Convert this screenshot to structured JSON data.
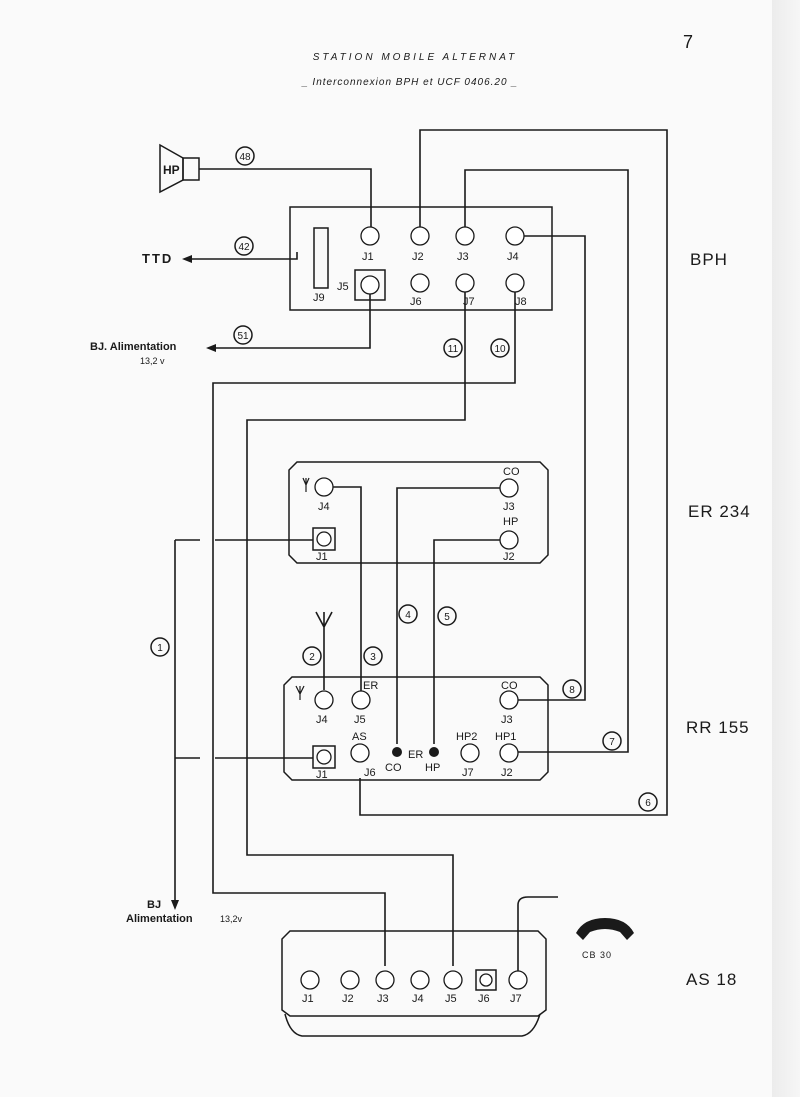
{
  "page_number": "7",
  "title": "STATION MOBILE ALTERNAT",
  "subtitle": "_ Interconnexion BPH et UCF 0406.20 _",
  "units": {
    "bph": "BPH",
    "er234": "ER 234",
    "rr155": "RR 155",
    "as18": "AS 18"
  },
  "labels": {
    "hp_speaker": "HP",
    "ttd": "TTD",
    "bj_alim_top": "BJ. Alimentation",
    "bj_alim_top_v": "13,2 v",
    "bj": "BJ",
    "alim_bottom": "Alimentation",
    "alim_bottom_v": "13,2v",
    "handset": "CB 30"
  },
  "jacks": {
    "bph": [
      "J1",
      "J2",
      "J3",
      "J4",
      "J5",
      "J6",
      "J7",
      "J8",
      "J9"
    ],
    "er234": {
      "j4": "J4",
      "j1": "J1",
      "co": "CO",
      "j3": "J3",
      "hp": "HP",
      "j2": "J2"
    },
    "rr155": {
      "er": "ER",
      "j5": "J5",
      "as": "AS",
      "j6": "J6",
      "co_top": "CO",
      "j3": "J3",
      "j4": "J4",
      "j1": "J1",
      "co_bottom": "CO",
      "er_mid": "ER",
      "hp_bottom": "HP",
      "hp2": "HP2",
      "j7": "J7",
      "hp1": "HP1",
      "j2": "J2"
    },
    "as18": [
      "J1",
      "J2",
      "J3",
      "J4",
      "J5",
      "J6",
      "J7"
    ]
  },
  "wire_numbers": {
    "w1": "1",
    "w2": "2",
    "w3": "3",
    "w4": "4",
    "w5": "5",
    "w6": "6",
    "w7": "7",
    "w8": "8",
    "w10": "10",
    "w11": "11",
    "w42": "42",
    "w48": "48",
    "w51": "51"
  }
}
